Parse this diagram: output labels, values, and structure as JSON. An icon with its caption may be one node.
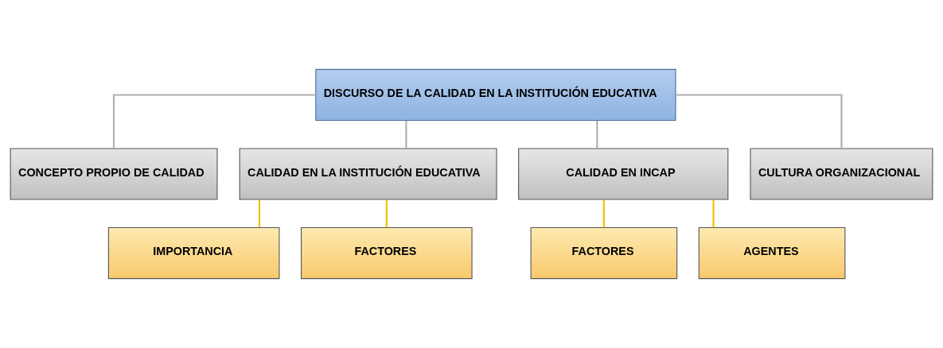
{
  "diagram": {
    "nodes": [
      {
        "text": [
          "DISCURSO DE LA CALIDAD EN LA INSTITUCIÓN EDUCATIVA"
        ]
      },
      {
        "text": [
          "CONCEPTO PROPIO DE CALIDAD"
        ]
      },
      {
        "text": [
          "CALIDAD EN LA INSTITUCIÓN EDUCATIVA"
        ]
      },
      {
        "text": [
          "CALIDAD EN INCAP"
        ]
      },
      {
        "text": [
          "CULTURA ORGANIZACIONAL"
        ]
      },
      {
        "text": [
          "IMPORTANCIA"
        ]
      },
      {
        "text": [
          "FACTORES"
        ]
      },
      {
        "text": [
          "FACTORES"
        ]
      },
      {
        "text": [
          "AGENTES"
        ]
      }
    ],
    "edges": [
      {
        "from": 0,
        "to": 1,
        "arrow": "none"
      },
      {
        "from": 0,
        "to": 2,
        "arrow": "none"
      },
      {
        "from": 0,
        "to": 3,
        "arrow": "none"
      },
      {
        "from": 0,
        "to": 4,
        "arrow": "none"
      },
      {
        "from": 2,
        "to": 5,
        "arrow": "none",
        "color": "#f2c200"
      },
      {
        "from": 2,
        "to": 6,
        "arrow": "none",
        "color": "#f2c200"
      },
      {
        "from": 3,
        "to": 7,
        "arrow": "none",
        "color": "#f2c200"
      },
      {
        "from": 3,
        "to": 8,
        "arrow": "none",
        "color": "#f2c200"
      }
    ]
  }
}
